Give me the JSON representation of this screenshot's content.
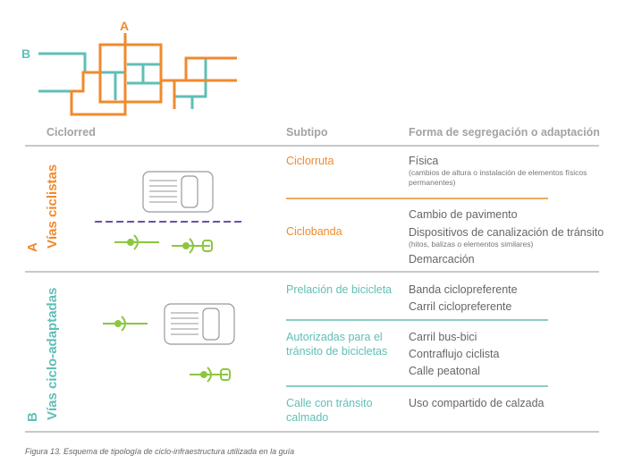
{
  "map_labels": {
    "a": "A",
    "b": "B"
  },
  "headers": {
    "ciclorred": "Ciclorred",
    "subtipo": "Subtipo",
    "forma": "Forma de segregación o adaptación"
  },
  "section_a": {
    "letter": "A",
    "title": "Vías ciclistas",
    "color": "#f08a2c",
    "rows": [
      {
        "subtipo": "Ciclorruta",
        "forms": [
          "Física"
        ],
        "note": "(cambios de altura o instalación de elementos físicos permanentes)"
      },
      {
        "subtipo": "Ciclobanda",
        "forms": [
          "Cambio de pavimento",
          "Dispositivos de canalización de tránsito",
          "Demarcación"
        ],
        "note": "(hitos, balizas o elementos similares)"
      }
    ]
  },
  "section_b": {
    "letter": "B",
    "title": "Vías ciclo-adaptadas",
    "color": "#5fbfb6",
    "rows": [
      {
        "subtipo": "Prelación de bicicleta",
        "forms": [
          "Banda ciclopreferente",
          "Carril ciclopreferente"
        ]
      },
      {
        "subtipo": "Autorizadas para el tránsito de bicicletas",
        "forms": [
          "Carril bus-bici",
          "Contraflujo ciclista",
          "Calle peatonal"
        ]
      },
      {
        "subtipo": "Calle con tránsito calmado",
        "forms": [
          "Uso compartido de calzada"
        ]
      }
    ]
  },
  "caption": "Figura 13. Esquema de tipología de ciclo-infraestructura utilizada en la guía"
}
